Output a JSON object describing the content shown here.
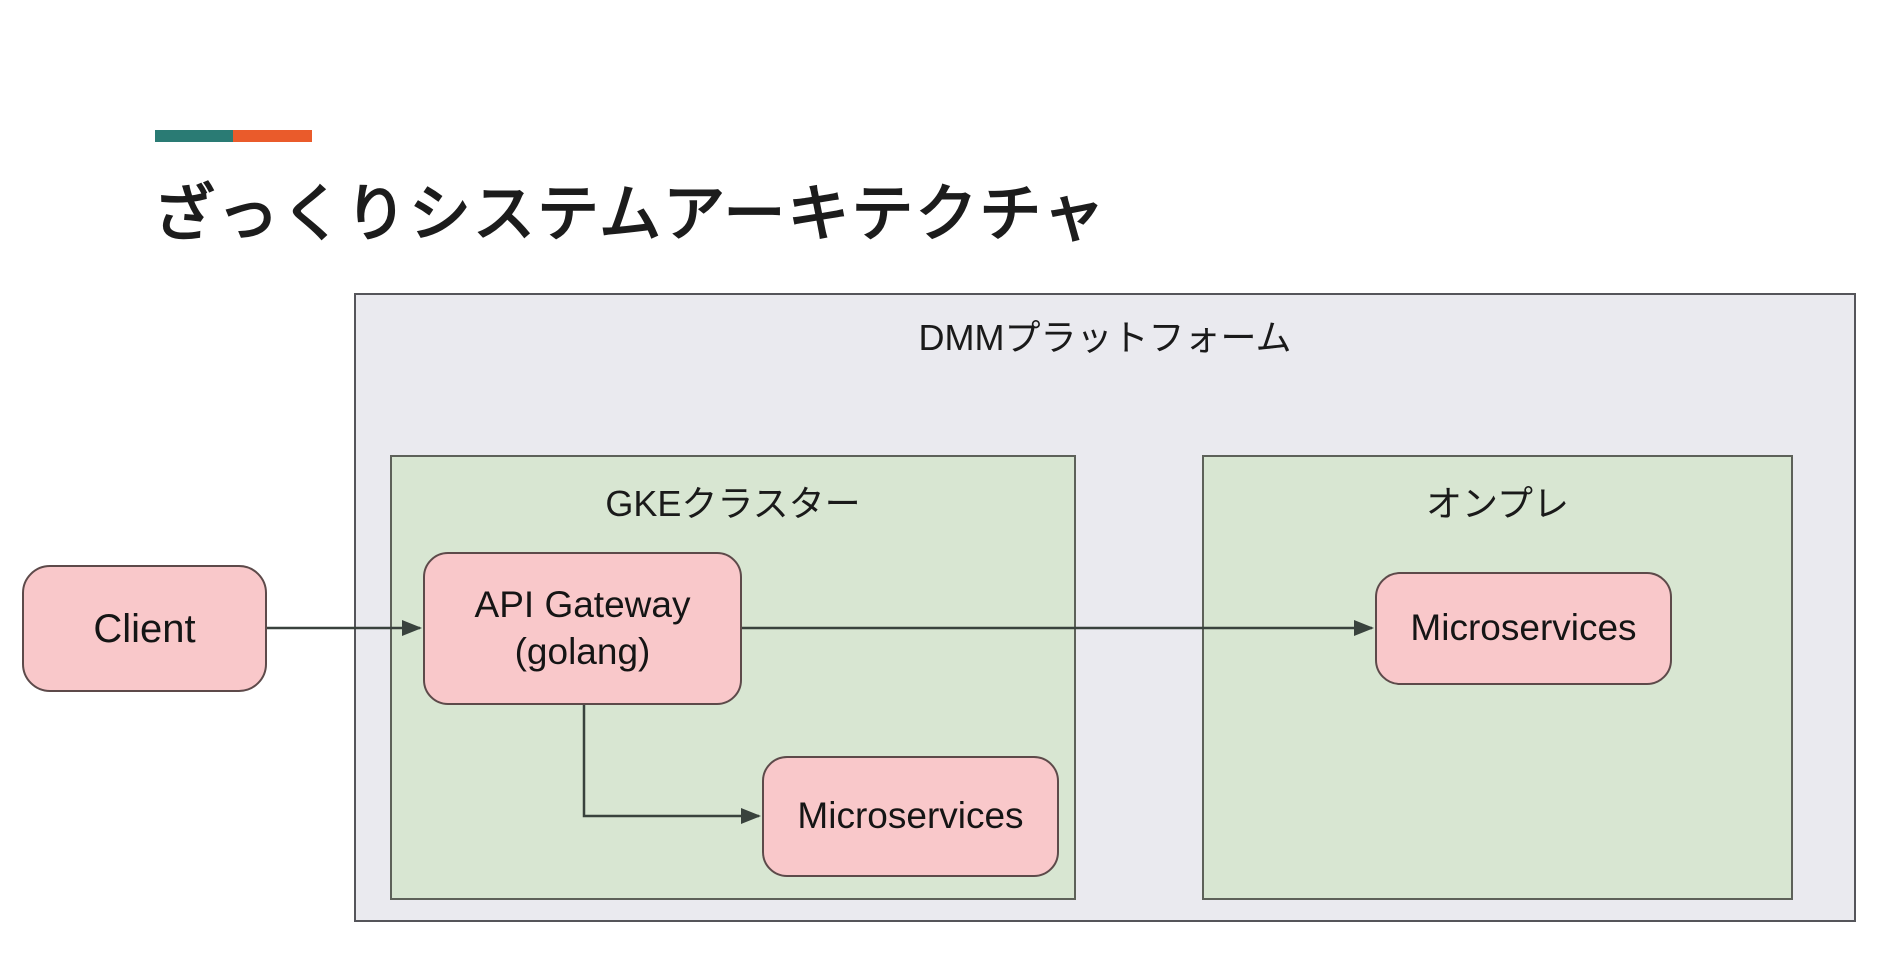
{
  "title": "ざっくりシステムアーキテクチャ",
  "accent_bar": {
    "teal_color": "#2a7b74",
    "orange_color": "#ea5b2b"
  },
  "diagram": {
    "containers": {
      "platform": {
        "label": "DMMプラットフォーム"
      },
      "gke": {
        "label": "GKEクラスター"
      },
      "onprem": {
        "label": "オンプレ"
      }
    },
    "nodes": {
      "client": {
        "label": "Client"
      },
      "api_gateway": {
        "line1": "API Gateway",
        "line2": "(golang)"
      },
      "microservices_gke": {
        "label": "Microservices"
      },
      "microservices_onprem": {
        "label": "Microservices"
      }
    },
    "edges": [
      {
        "from": "Client",
        "to": "API Gateway (golang)"
      },
      {
        "from": "API Gateway (golang)",
        "to": "Microservices (オンプレ)"
      },
      {
        "from": "API Gateway (golang)",
        "to": "Microservices (GKEクラスター)"
      }
    ],
    "colors": {
      "node_fill": "#f9c8ca",
      "node_stroke": "#5d4a4a",
      "zone_fill": "#d8e6d2",
      "zone_stroke": "#5d6159",
      "platform_fill": "#eaeaef",
      "platform_stroke": "#55555a",
      "edge": "#39423d",
      "text": "#1a1a1a"
    }
  }
}
